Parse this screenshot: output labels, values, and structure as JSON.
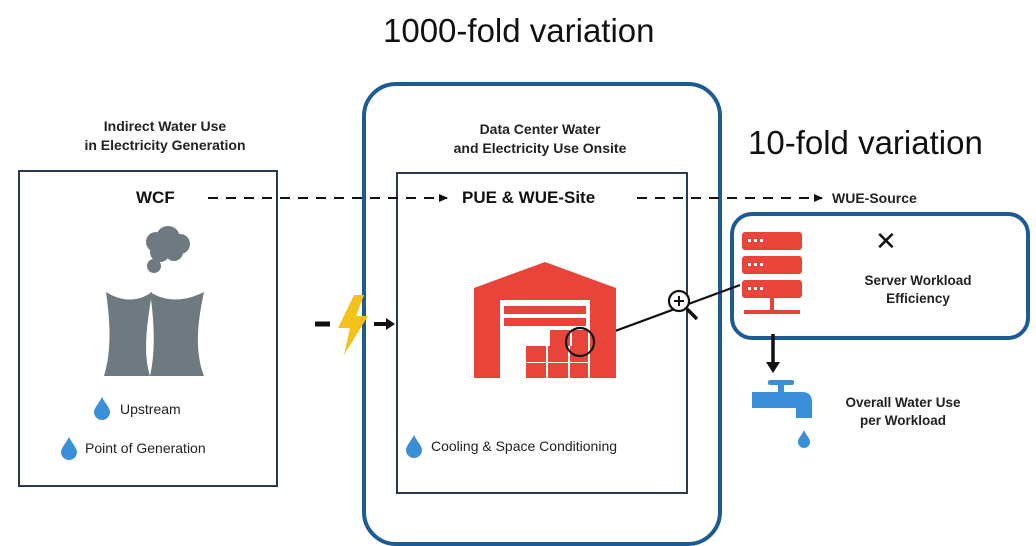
{
  "top_label": "1000-fold variation",
  "right_label": "10-fold variation",
  "left_panel": {
    "heading_line1": "Indirect Water Use",
    "heading_line2": "in Electricity Generation",
    "metric": "WCF",
    "items": [
      "Upstream",
      "Point of Generation"
    ]
  },
  "center_panel": {
    "heading_line1": "Data Center Water",
    "heading_line2": "and Electricity Use Onsite",
    "metric": "PUE & WUE-Site",
    "items": [
      "Cooling & Space Conditioning"
    ]
  },
  "wue_source": "WUE-Source",
  "server_panel": {
    "multiply_symbol": "✕",
    "line1": "Server Workload",
    "line2": "Efficiency"
  },
  "output": {
    "line1": "Overall Water Use",
    "line2": "per Workload"
  },
  "colors": {
    "accent_blue": "#1d5b94",
    "box_border": "#2d3a4c",
    "red": "#e8443a",
    "water_blue": "#3b8fd9",
    "plant_gray": "#6f7a80",
    "bolt_yellow": "#f4c21b"
  }
}
